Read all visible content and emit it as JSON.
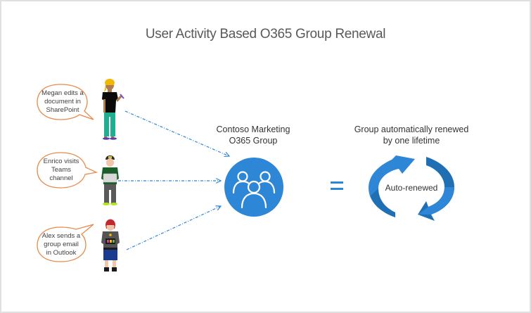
{
  "title": "User Activity Based O365 Group Renewal",
  "users": [
    {
      "name": "Megan",
      "action": "Megan edits a document in SharePoint",
      "lines": [
        "Megan edits a",
        "document in",
        "SharePoint"
      ]
    },
    {
      "name": "Enrico",
      "action": "Enrico visits Teams channel",
      "lines": [
        "Enrico visits",
        "Teams",
        "channel"
      ]
    },
    {
      "name": "Alex",
      "action": "Alex sends a group email in Outlook",
      "lines": [
        "Alex sends a",
        "group email",
        "in Outlook"
      ]
    }
  ],
  "group": {
    "lines": [
      "Contoso Marketing",
      "O365 Group"
    ],
    "icon": "people-group-icon"
  },
  "operator": "=",
  "result": {
    "lines": [
      "Group automatically renewed",
      "by one lifetime"
    ],
    "center_label": "Auto-renewed",
    "icon": "refresh-cycle-icon"
  },
  "colors": {
    "accent_blue": "#2e86d6",
    "dark_blue": "#1f6fb5",
    "bubble_outline": "#e8894a",
    "title_gray": "#595959"
  }
}
